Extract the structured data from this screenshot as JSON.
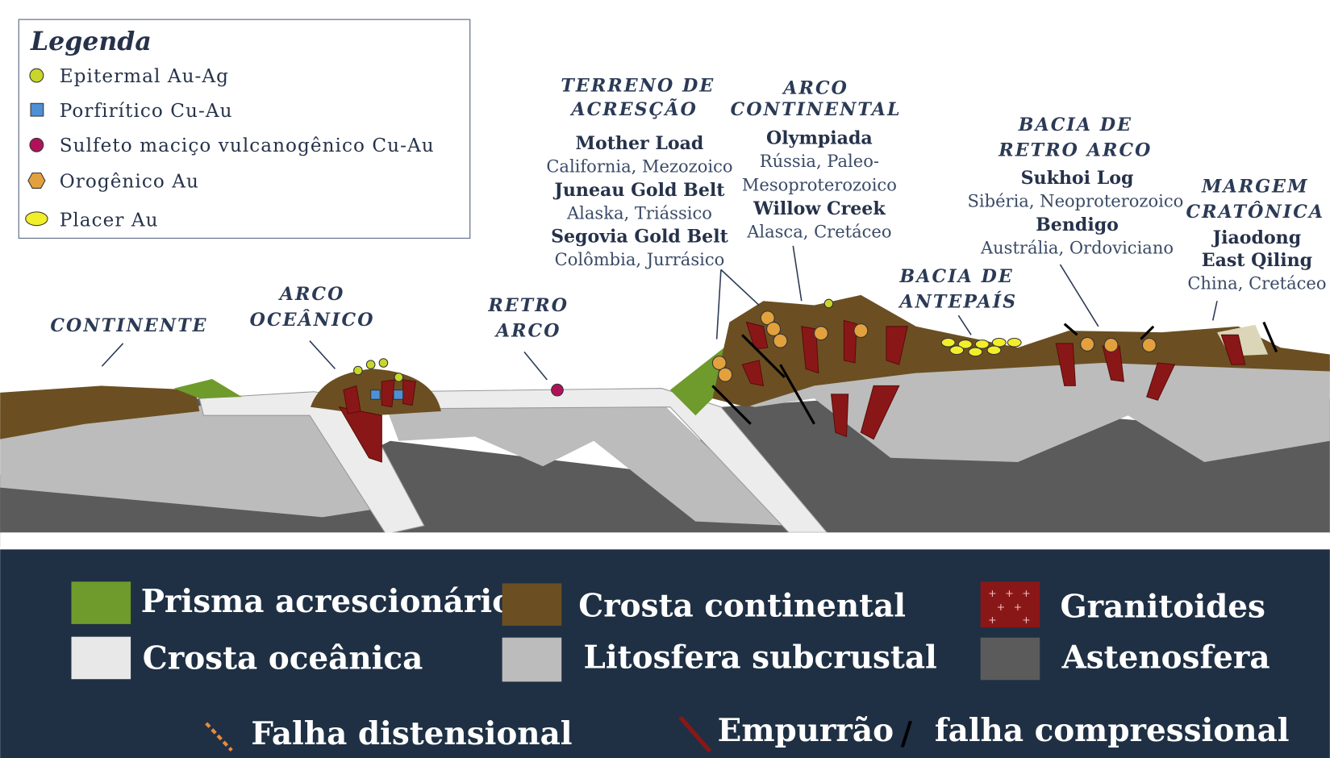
{
  "legend": {
    "title": "Legenda",
    "items": [
      {
        "label": "Epitermal Au-Ag",
        "icon": "yellow-green-circle",
        "color": "#c8d62a"
      },
      {
        "label": "Porfirítico Cu-Au",
        "icon": "blue-square",
        "color": "#4f8fd6"
      },
      {
        "label": "Sulfeto maciço vulcanogênico Cu-Au",
        "icon": "magenta-circle",
        "color": "#b0125a"
      },
      {
        "label": "Orogênico Au",
        "icon": "orange-hexagon",
        "color": "#e3a13e"
      },
      {
        "label": "Placer Au",
        "icon": "yellow-ellipse",
        "color": "#f2ee2a"
      }
    ]
  },
  "settings": {
    "continente": "CONTINENTE",
    "arco_oceanico": [
      "ARCO",
      "OCEÂNICO"
    ],
    "retro_arco": [
      "RETRO",
      "ARCO"
    ],
    "terreno": [
      "TERRENO DE",
      "ACRESÇÃO"
    ],
    "arco_continental": [
      "ARCO",
      "CONTINENTAL"
    ],
    "bacia_antepais": [
      "BACIA DE",
      "ANTEPAÍS"
    ],
    "bacia_retro_arco": [
      "BACIA DE",
      "RETRO ARCO"
    ],
    "margem_cratonica": [
      "MARGEM",
      "CRATÔNICA"
    ]
  },
  "deposits": {
    "terreno": [
      {
        "name": "Mother Load",
        "loc": "California, Mezozoico"
      },
      {
        "name": "Juneau Gold Belt",
        "loc": "Alaska, Triássico"
      },
      {
        "name": "Segovia Gold Belt",
        "loc": "Colômbia, Jurrásico"
      }
    ],
    "arco_continental": [
      {
        "name": "Olympiada",
        "loc": [
          "Rússia, Paleo-",
          "Mesoproterozoico"
        ]
      },
      {
        "name": "Willow Creek",
        "loc": "Alasca, Cretáceo"
      }
    ],
    "bacia_retro_arco": [
      {
        "name": "Sukhoi Log",
        "loc": "Sibéria, Neoproterozoico"
      },
      {
        "name": "Bendigo",
        "loc": "Austrália, Ordoviciano"
      }
    ],
    "margem_cratonica": [
      {
        "name": "Jiaodong"
      },
      {
        "name": "East Qiling",
        "loc": "China, Cretáceo"
      }
    ]
  },
  "bottom_legend": {
    "prisma": "Prisma acrescionário",
    "crosta_oceanica": "Crosta oceânica",
    "crosta_continental": "Crosta continental",
    "litosfera": "Litosfera subcrustal",
    "granitoides": "Granitoides",
    "astenosfera": "Astenosfera",
    "falha_distensional": "Falha distensional",
    "empurrao": "Empurrão",
    "slash": "/",
    "falha_compressional": "falha compressional"
  },
  "colors": {
    "panel": "#1f3044",
    "prisma": "#6e9b2b",
    "oceanic": "#e8e8e8",
    "continental": "#6b4f22",
    "lithosphere": "#bcbcbc",
    "granite": "#8a1717",
    "asthenosphere": "#5b5b5b"
  }
}
